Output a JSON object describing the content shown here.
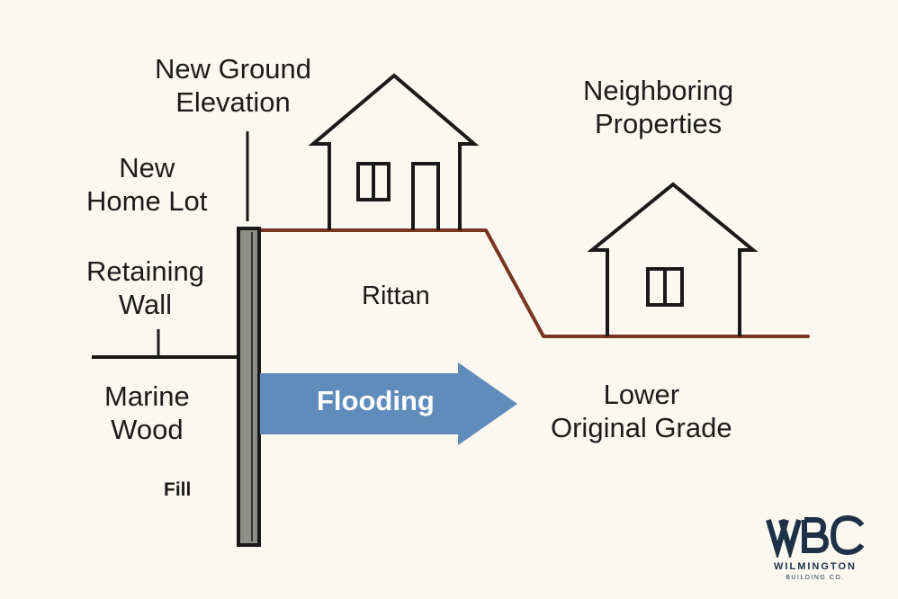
{
  "labels": {
    "new_ground_elevation": [
      "New Ground",
      "Elevation"
    ],
    "new_home_lot": [
      "New",
      "Home Lot"
    ],
    "retaining_wall": [
      "Retaining",
      "Wall"
    ],
    "marine_wood": [
      "Marine",
      "Wood"
    ],
    "fill": "Fill",
    "rittan": "Rittan",
    "neighboring_properties": [
      "Neighboring",
      "Properties"
    ],
    "lower_original_grade": [
      "Lower",
      "Original Grade"
    ]
  },
  "arrow": {
    "label": "Flooding",
    "color": "#5f8cba"
  },
  "colors": {
    "background": "#fbf8f1",
    "outline": "#1a1a1a",
    "grade_line": "#7a3520",
    "wall_fill": "#8d8f88"
  },
  "logo": {
    "mark": "WBC",
    "name": "WILMINGTON",
    "subtitle": "BUILDING CO."
  }
}
